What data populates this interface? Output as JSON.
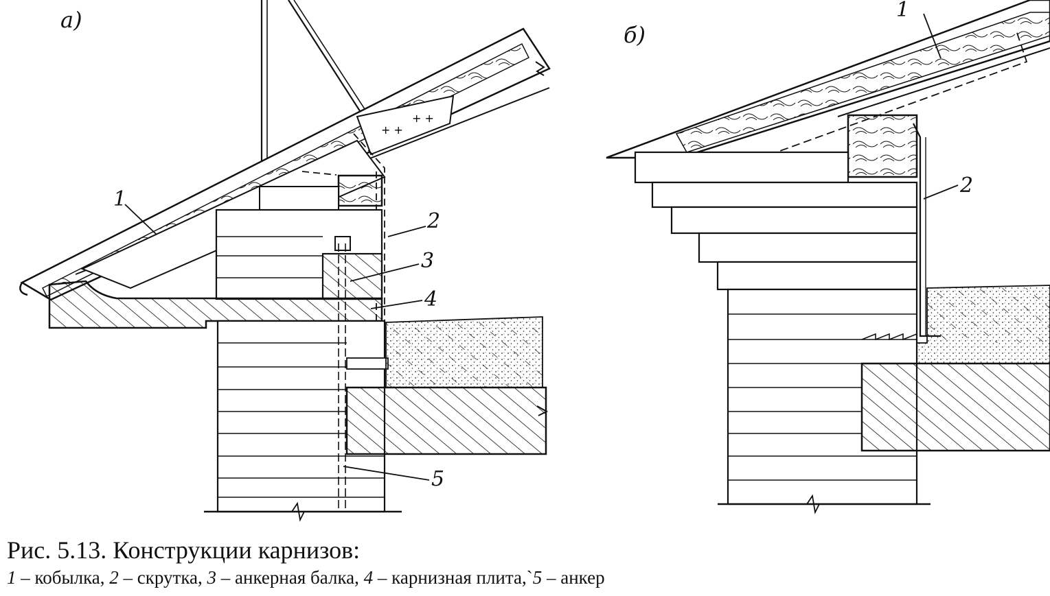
{
  "figure": {
    "panels": [
      {
        "id": "a",
        "label": "а)"
      },
      {
        "id": "b",
        "label": "б)"
      }
    ],
    "callouts_a": [
      "1",
      "2",
      "3",
      "4",
      "5"
    ],
    "callouts_b": [
      "1",
      "2"
    ]
  },
  "caption": {
    "title": "Рис. 5.13. Конструкции карнизов:",
    "legend": [
      {
        "num": "1",
        "text": "кобылка,"
      },
      {
        "num": "2",
        "text": "скрутка,"
      },
      {
        "num": "3",
        "text": "анкерная балка,"
      },
      {
        "num": "4",
        "text": "карнизная плита,`"
      },
      {
        "num": "5",
        "text": "анкер"
      }
    ],
    "dash": "–"
  }
}
